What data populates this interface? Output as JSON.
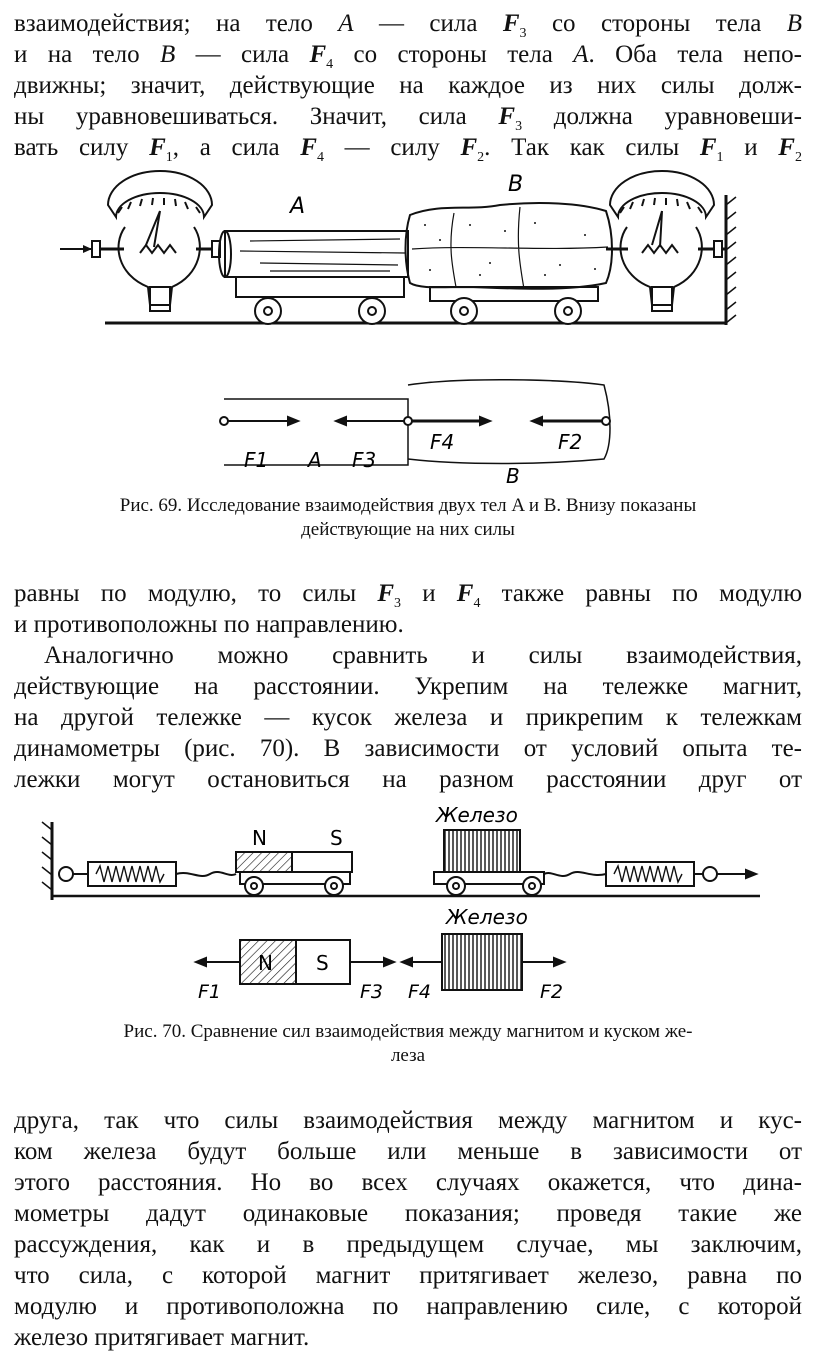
{
  "para1": {
    "l1": {
      "a": "взаимодействия; на тело ",
      "b1": "A",
      "c": " — сила ",
      "f3": "F",
      "f3s": "3",
      "d": " со стороны тела ",
      "b2": "B"
    },
    "l2": {
      "a": "и на тело ",
      "b1": "B",
      "c": " — сила ",
      "f4": "F",
      "f4s": "4",
      "d": " со стороны тела ",
      "b2": "A",
      "e": ". Оба тела непо-"
    },
    "l3": "движны; значит, действующие на каждое из них силы долж-",
    "l4": {
      "a": "ны уравновешиваться. Значит, сила ",
      "f3": "F",
      "f3s": "3",
      "b": " должна уравновеши-"
    },
    "l5": {
      "a": "вать силу ",
      "f1": "F",
      "f1s": "1",
      "b": ", а сила ",
      "f4": "F",
      "f4s": "4",
      "c": " — силу ",
      "f2": "F",
      "f2s": "2",
      "d": ". Так как силы ",
      "f1b": "F",
      "f1bs": "1",
      "e": " и ",
      "f2b": "F",
      "f2bs": "2"
    }
  },
  "fig69": {
    "label_a": "A",
    "label_b": "B",
    "forces": {
      "f1": "F1",
      "a": "A",
      "f3": "F3",
      "f4": "F4",
      "f2": "F2",
      "b": "B"
    }
  },
  "caption69": {
    "line1": "Рис. 69. Исследование взаимодействия двух тел A и B. Внизу показаны",
    "line2": "действующие на них силы"
  },
  "para2": {
    "l1": {
      "a": "равны по модулю, то силы ",
      "f3": "F",
      "f3s": "3",
      "b": " и ",
      "f4": "F",
      "f4s": "4",
      "c": " также равны по модулю"
    },
    "l2": "и противоположны по направлению."
  },
  "para3": {
    "l1": "Аналогично можно сравнить и силы взаимодействия,",
    "l2": "действующие на расстоянии. Укрепим на тележке магнит,",
    "l3": "на другой тележке — кусок железа и прикрепим к тележкам",
    "l4": "динамометры (рис. 70). В зависимости от условий опыта те-",
    "l5": "лежки могут остановиться на разном расстоянии друг от"
  },
  "fig70": {
    "iron_top": "Железо",
    "magnet_n": "N",
    "magnet_s": "S",
    "iron_bottom": "Железо",
    "forces": {
      "f1": "F1",
      "f3": "F3",
      "f4": "F4",
      "f2": "F2"
    }
  },
  "caption70": {
    "line1": "Рис. 70. Сравнение сил взаимодействия между магнитом и куском же-",
    "line2": "леза"
  },
  "para4": {
    "l1": "друга, так что силы взаимодействия между магнитом и кус-",
    "l2": "ком железа будут больше или меньше в зависимости от",
    "l3": "этого расстояния. Но во всех случаях окажется, что дина-",
    "l4": "мометры дадут одинаковые показания; проведя такие же",
    "l5": "рассуждения, как и в предыдущем случае, мы заключим,",
    "l6": "что сила, с которой магнит притягивает железо, равна по",
    "l7": "модулю и противоположна по направлению силе, с которой",
    "l8": "железо притягивает магнит."
  }
}
